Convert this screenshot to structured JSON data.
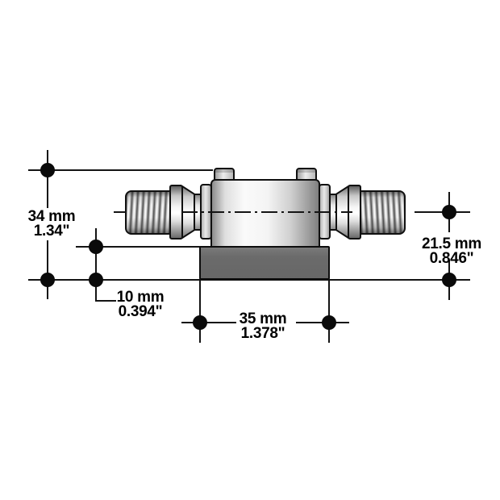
{
  "drawing": {
    "kind": "technical-dimension-drawing",
    "subject": "threaded inline fitting on mounting base",
    "colors": {
      "background": "#ffffff",
      "outline": "#141414",
      "base_plate_fill": "#6b6b6b",
      "metal_light": "#fafafa",
      "metal_dark": "#8c8c8c"
    },
    "labels": {
      "overall_height": {
        "metric": "34 mm",
        "imperial": "1.34\""
      },
      "base_offset": {
        "metric": "10 mm",
        "imperial": "0.394\""
      },
      "axis_to_base": {
        "metric": "21.5 mm",
        "imperial": "0.846\""
      },
      "base_width": {
        "metric": "35 mm",
        "imperial": "1.378\""
      }
    }
  }
}
